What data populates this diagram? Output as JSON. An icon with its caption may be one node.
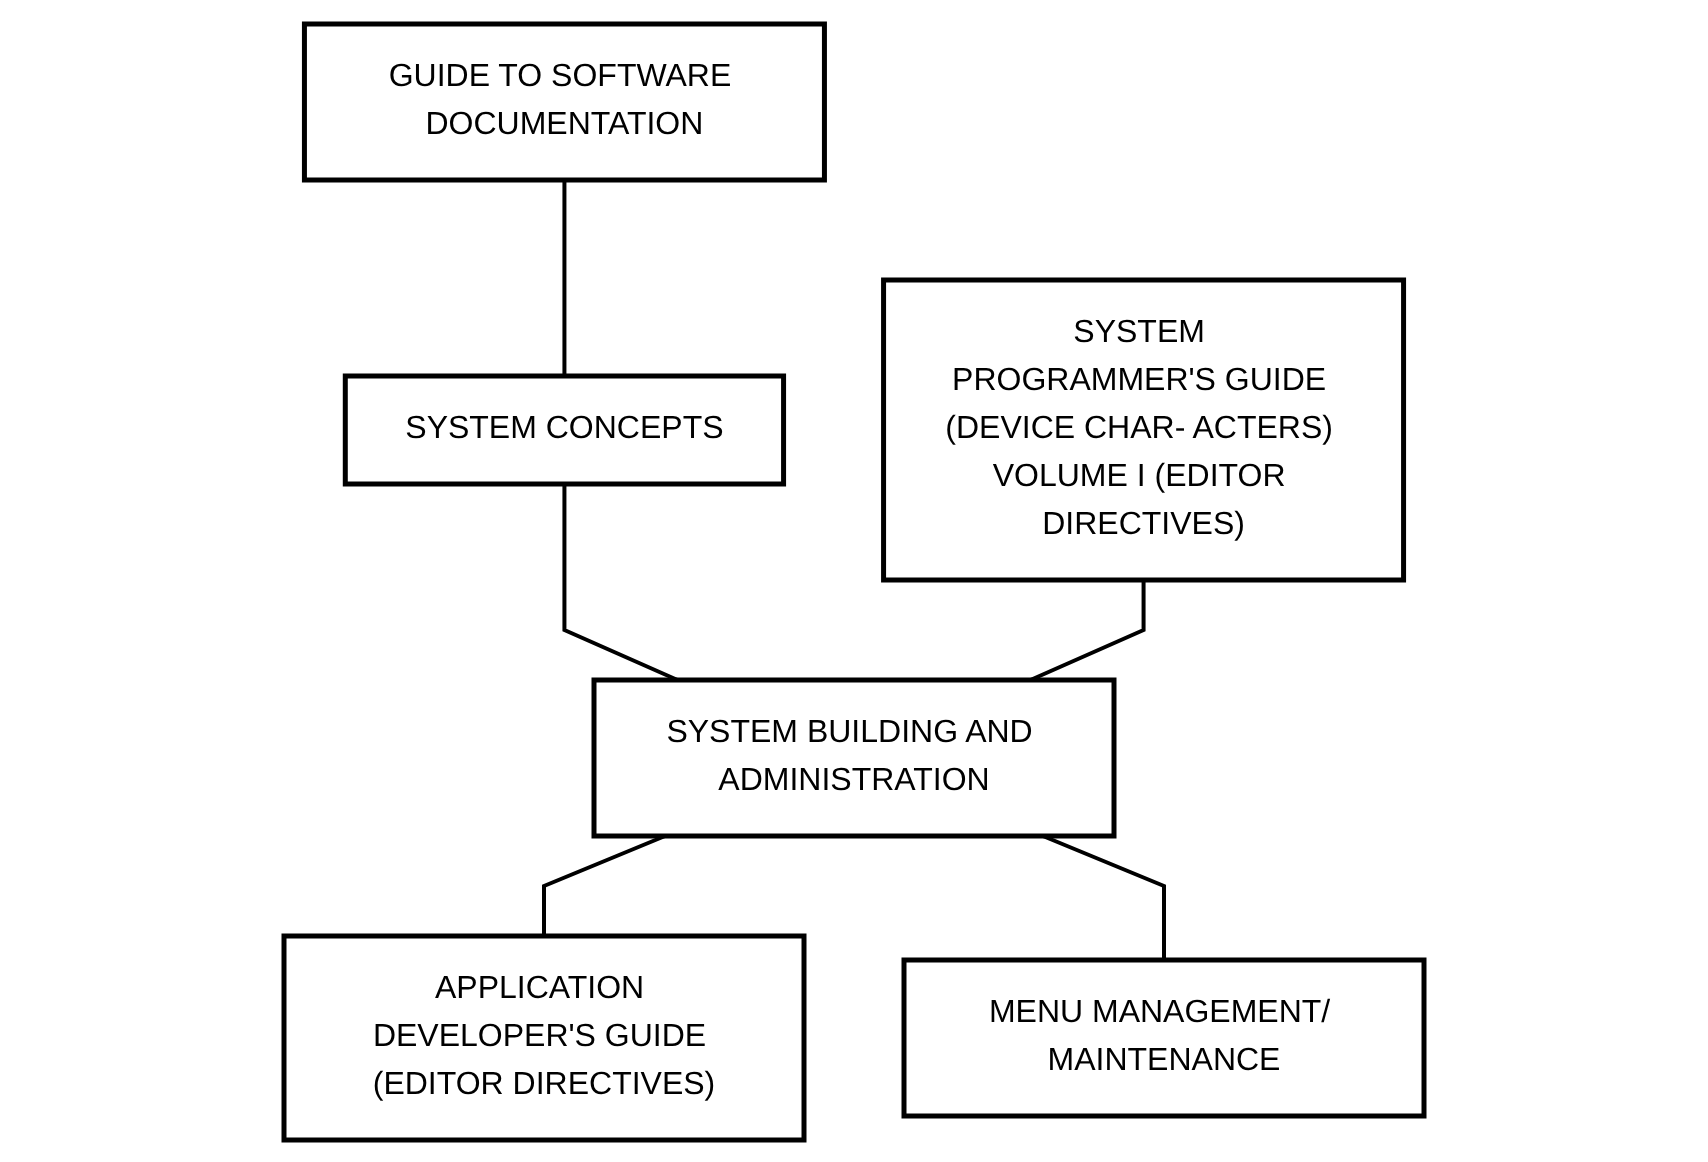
{
  "diagram": {
    "nodes": [
      {
        "text": [
          "GUIDE TO SOFTWARE DOCUMENTATION"
        ]
      },
      {
        "text": [
          "SYSTEM CONCEPTS"
        ]
      },
      {
        "text": [
          "SYSTEM PROGRAMMER'S GUIDE (DEVICE CHAR- ACTERS) VOLUME I (EDITOR DIRECTIVES)"
        ]
      },
      {
        "text": [
          "SYSTEM BUILDING AND ADMINISTRATION"
        ]
      },
      {
        "text": [
          "MENU MANAGEMENT/ MAINTENANCE"
        ]
      },
      {
        "text": [
          "APPLICATION DEVELOPER'S GUIDE (EDITOR DIRECTIVES)"
        ]
      }
    ],
    "edges": [
      {
        "from": 0,
        "to": 1,
        "arrow": "none"
      },
      {
        "from": 1,
        "to": 3,
        "arrow": "none"
      },
      {
        "from": 2,
        "to": 3,
        "arrow": "none"
      },
      {
        "from": 3,
        "to": 5,
        "arrow": "none"
      },
      {
        "from": 3,
        "to": 4,
        "arrow": "none"
      }
    ]
  }
}
